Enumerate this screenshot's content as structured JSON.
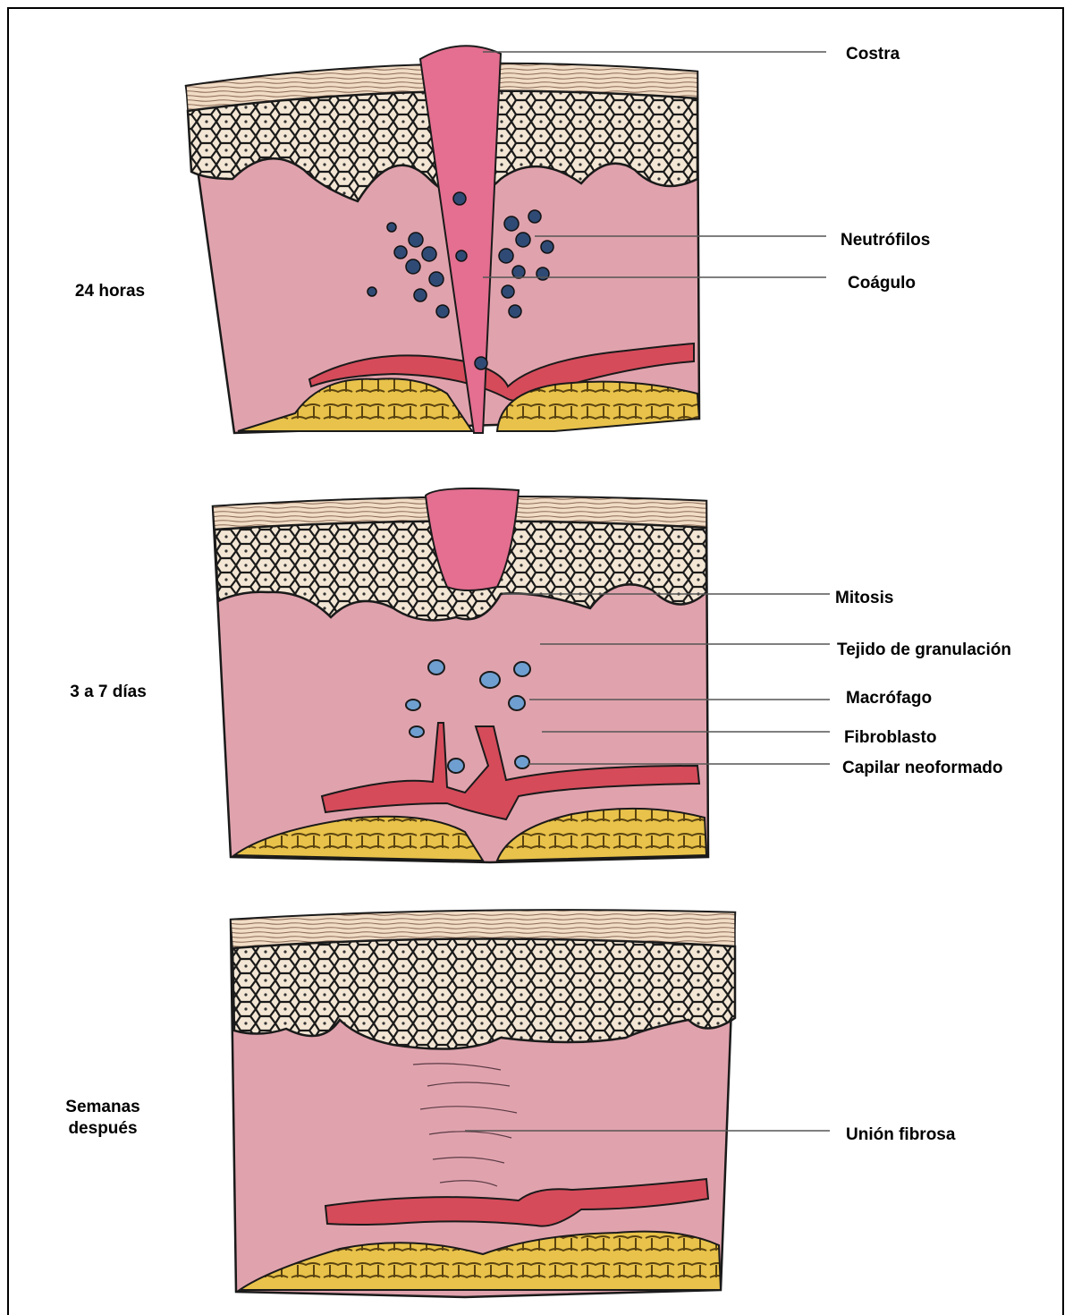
{
  "stages": [
    {
      "id": "s1",
      "label": "24 horas"
    },
    {
      "id": "s2",
      "label": "3 a 7 días"
    },
    {
      "id": "s3",
      "label_line1": "Semanas",
      "label_line2": "después"
    }
  ],
  "labels": {
    "costra": "Costra",
    "neutrofilos": "Neutrófilos",
    "coagulo": "Coágulo",
    "mitosis": "Mitosis",
    "tejido": "Tejido de granulación",
    "macrofago": "Macrófago",
    "fibroblasto": "Fibroblasto",
    "capilar": "Capilar neoformado",
    "union": "Unión fibrosa"
  },
  "colors": {
    "dermis": "#e0a3ad",
    "keratin": "#f1dcc6",
    "epidermis_cell": "#f3e6d4",
    "outline": "#1a1a1a",
    "fat": "#e8c24a",
    "vessel": "#d54b5a",
    "clot": "#e46f90",
    "neutrophil": "#2f4a74",
    "macrophage": "#6f9fd1"
  }
}
